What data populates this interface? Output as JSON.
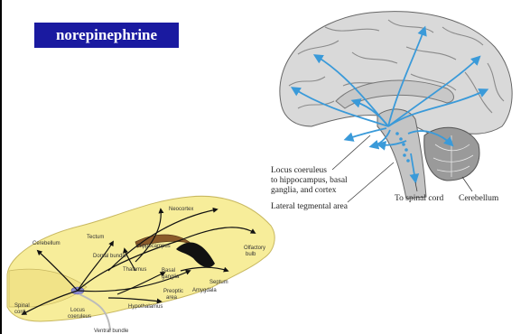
{
  "title": "norepinephrine",
  "human_brain": {
    "labels": {
      "locus_line1": "Locus coeruleus",
      "locus_line2": "to hippocampus, basal",
      "locus_line3": "ganglia, and cortex",
      "lateral_tegmental": "Lateral tegmental area",
      "spinal_cord": "To spinal cord",
      "cerebellum": "Cerebellum"
    }
  },
  "rodent_brain": {
    "labels": {
      "neocortex": "Neocortex",
      "tectum": "Tectum",
      "cerebellum": "Cerebellum",
      "hippocampus": "Hippocampus",
      "dorsal_bundle": "Dorsal bundle",
      "olfactory_line1": "Olfactory",
      "olfactory_line2": "bulb",
      "thalamus": "Thalamus",
      "basal_line1": "Basal",
      "basal_line2": "ganglia",
      "septum": "Septum",
      "preoptic_line1": "Preoptic",
      "preoptic_line2": "area",
      "amygdala": "Amygdala",
      "hypothalamus": "Hypothalamus",
      "spinal_line1": "Spinal",
      "spinal_line2": "cord",
      "locus_line1": "Locus",
      "locus_line2": "coeruleus",
      "ventral_bundle": "Ventral bundle"
    }
  },
  "colors": {
    "title_bg": "#1a1aa0",
    "pathway_blue": "#3a9ad9",
    "rodent_fill": "#f7ed9a",
    "locus_dot": "#8a8ad0"
  }
}
